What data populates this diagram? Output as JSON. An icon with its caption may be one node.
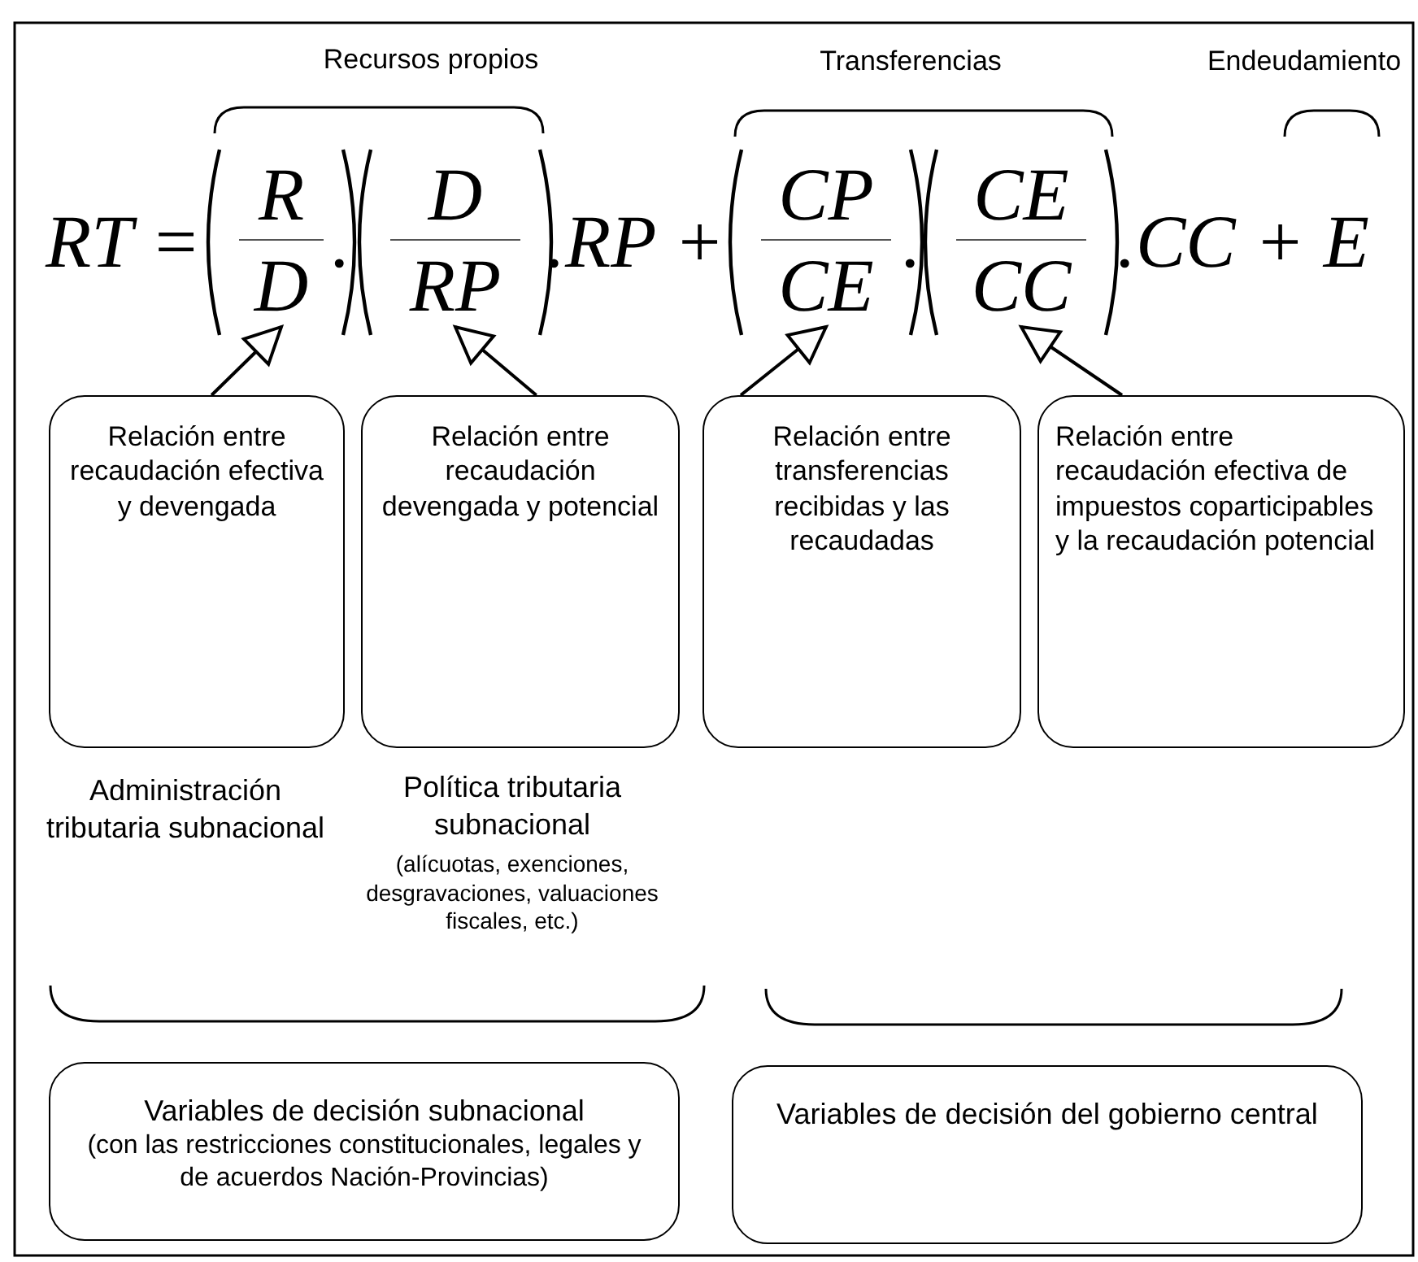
{
  "diagram": {
    "nodes": [
      {
        "text": [
          "R",
          "D"
        ]
      },
      {
        "text": [
          "D",
          "RP"
        ]
      },
      {
        "text": [
          "CP",
          "CE"
        ]
      },
      {
        "text": [
          "CE",
          "CC"
        ]
      },
      {
        "text": [
          "Relación entre recaudación efectiva y devengada"
        ]
      },
      {
        "text": [
          "Relación entre recaudación devengada y potencial"
        ]
      },
      {
        "text": [
          "Relación entre transferencias recibidas y las recaudadas"
        ]
      },
      {
        "text": [
          "Relación entre recaudación efectiva de impuestos coparticipables y la recaudación potencial"
        ]
      },
      {
        "text": [
          "Variables de decisión subnacional",
          "(con las restricciones constitucionales, legales y de acuerdos Nación-Provincias)"
        ]
      },
      {
        "text": [
          "Variables de decisión del gobierno central"
        ]
      }
    ],
    "edges": [
      {
        "from": 4,
        "to": 0,
        "arrow": "to"
      },
      {
        "from": 5,
        "to": 1,
        "arrow": "to"
      },
      {
        "from": 6,
        "to": 2,
        "arrow": "to"
      },
      {
        "from": 7,
        "to": 3,
        "arrow": "to"
      }
    ],
    "labels": [
      "Recursos propios",
      "Transferencias",
      "Endeudamiento",
      "RT =",
      ".",
      ".RP +",
      ".",
      ".CC + E",
      "Administración tributaria subnacional",
      "Política tributaria subnacional",
      "(alícuotas, exenciones, desgravaciones, valuaciones fiscales, etc.)"
    ]
  }
}
